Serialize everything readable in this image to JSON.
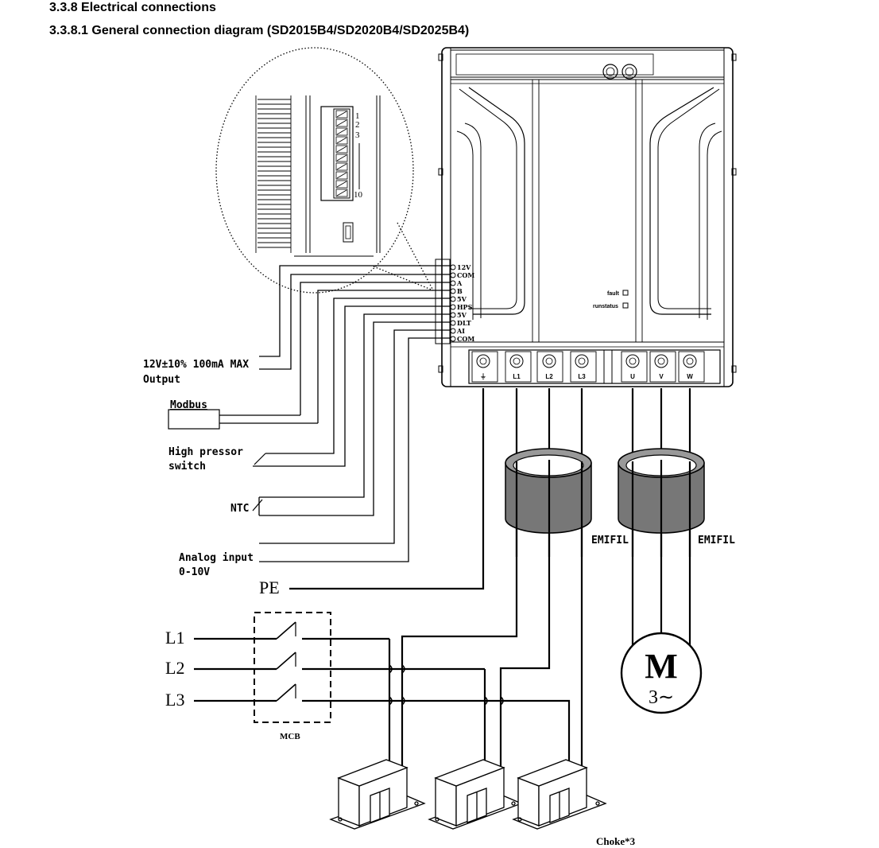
{
  "headings": {
    "section": "3.3.8 Electrical connections",
    "subsection": "3.3.8.1 General connection diagram (SD2015B4/SD2020B4/SD2025B4)"
  },
  "zoom_detail": {
    "pin_first": "1",
    "pin_second": "2",
    "pin_third": "3",
    "pin_last": "10"
  },
  "control_terminals": [
    "12V",
    "COM",
    "A",
    "B",
    "5V",
    "HPS",
    "5V",
    "DLT",
    "AI",
    "COM"
  ],
  "indicators": {
    "fault": "fault",
    "run": "runstatus"
  },
  "power_terminals": [
    "⏚",
    "L1",
    "L2",
    "L3",
    "U",
    "V",
    "W"
  ],
  "external_labels": {
    "output_line1": "12V±10% 100mA MAX",
    "output_line2": "Output",
    "modbus": "Modbus",
    "hps_line1": "High pressor",
    "hps_line2": "switch",
    "ntc": "NTC",
    "analog_line1": "Analog input",
    "analog_line2": "0-10V",
    "pe": "PE",
    "emifil_left": "EMIFIL",
    "emifil_right": "EMIFIL",
    "l1": "L1",
    "l2": "L2",
    "l3": "L3",
    "mcb": "MCB",
    "motor_letter": "M",
    "motor_phase": "3∼",
    "choke": "Choke*3"
  }
}
